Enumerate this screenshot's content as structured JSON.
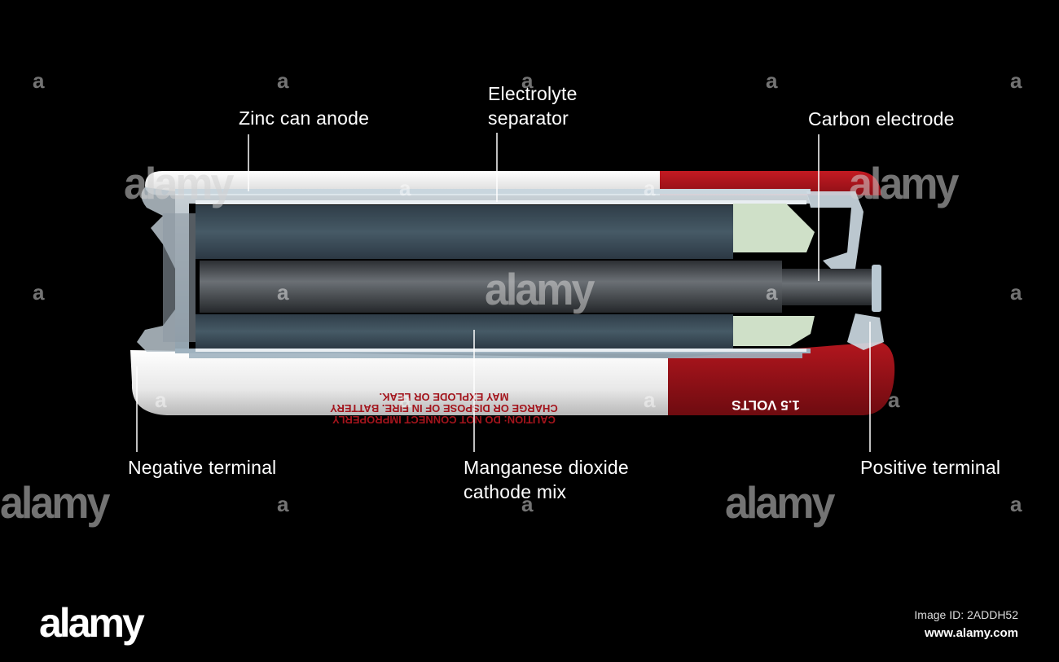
{
  "labels": {
    "zinc_can_anode": "Zinc can anode",
    "electrolyte_separator": "Electrolyte\nseparator",
    "carbon_electrode": "Carbon electrode",
    "negative_terminal": "Negative terminal",
    "manganese_dioxide": "Manganese dioxide\ncathode mix",
    "positive_terminal": "Positive terminal"
  },
  "battery_print": {
    "caution_line1": "CAUTION: DO NOT CONNECT IMPROPERLY",
    "caution_line2": "CHARGE OR DISPOSE OF IN FIRE. BATTERY",
    "caution_line3": "MAY EXPLODE OR LEAK.",
    "voltage": "1.5 VOLTS"
  },
  "watermark": {
    "brand": "alamy",
    "small_mark": "a",
    "image_id": "Image ID: 2ADDH52",
    "url": "www.alamy.com"
  },
  "colors": {
    "background": "#000000",
    "casing_white": "#f2f2f2",
    "casing_red": "#a3141c",
    "zinc_can": "#b9c8d2",
    "cathode_mix": "#3a4a55",
    "carbon_rod": "#4a4e52",
    "seal": "#cfe0c8"
  }
}
